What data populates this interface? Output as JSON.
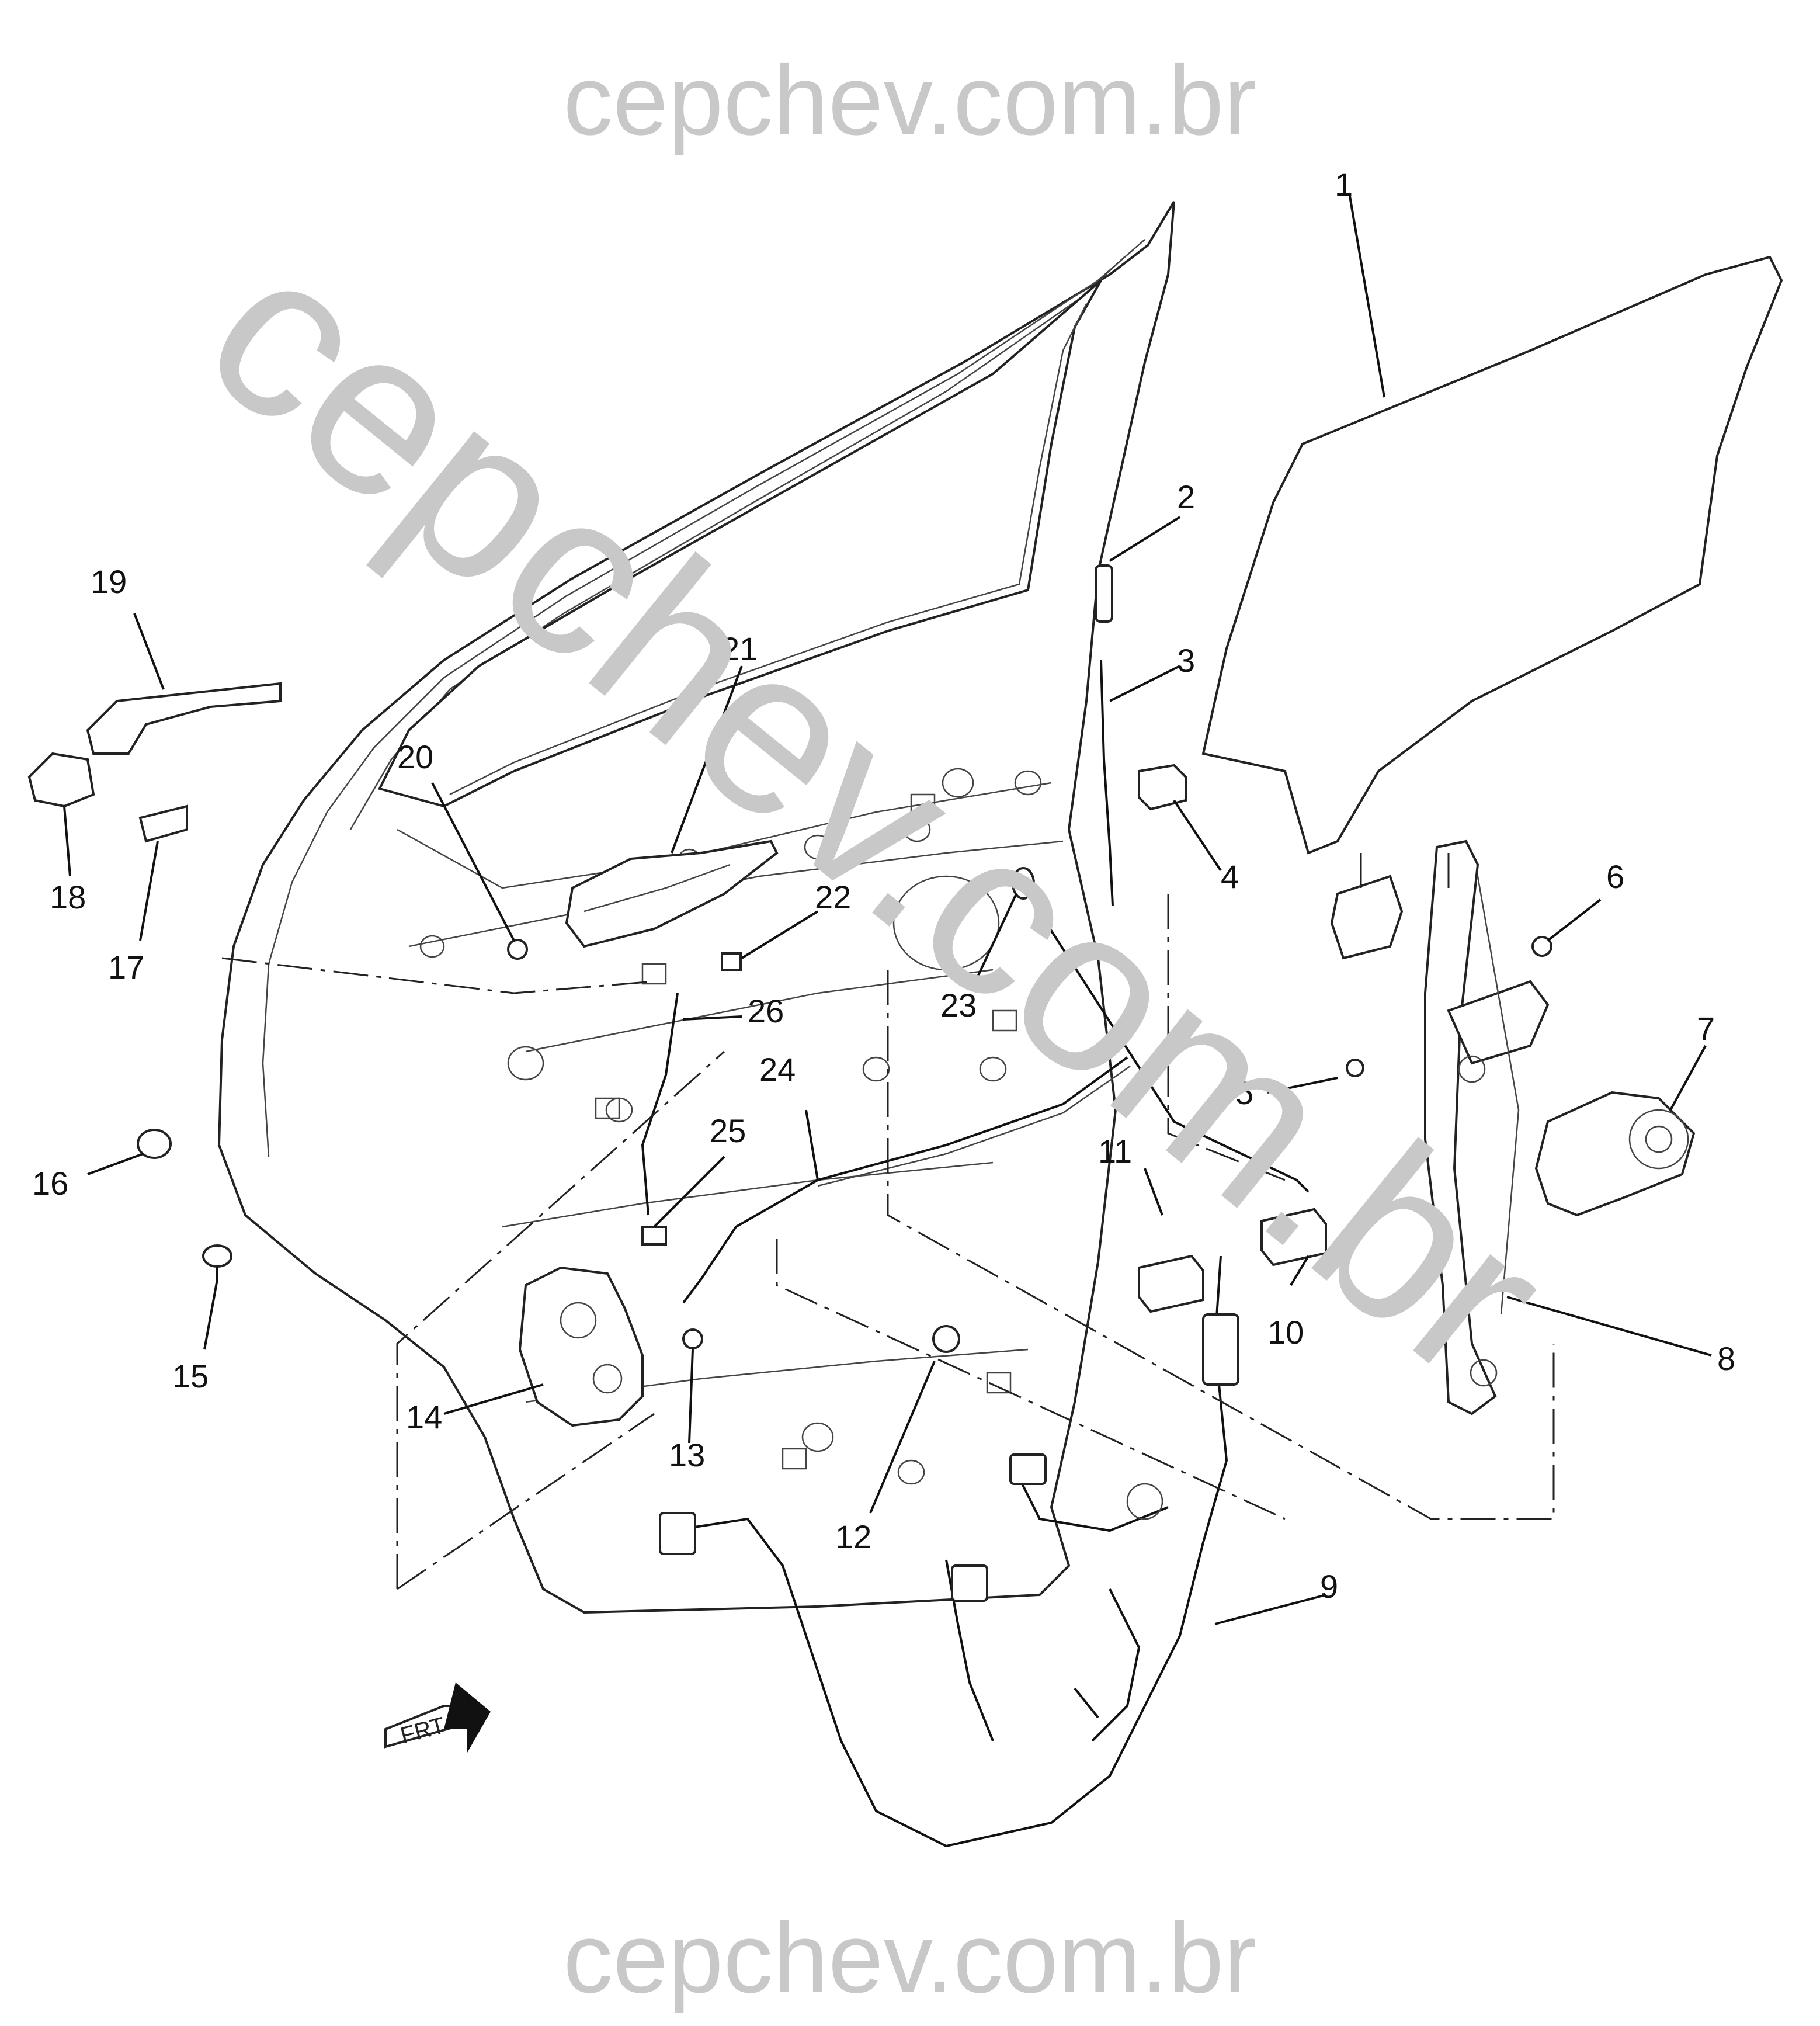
{
  "watermarks": {
    "top": "cepchev.com.br",
    "bottom": "cepchev.com.br",
    "diagonal": "cepchev.com.br"
  },
  "callouts": [
    "1",
    "2",
    "3",
    "4",
    "5",
    "6",
    "7",
    "8",
    "9",
    "10",
    "11",
    "12",
    "13",
    "14",
    "15",
    "16",
    "17",
    "18",
    "19",
    "20",
    "21",
    "22",
    "23",
    "24",
    "25",
    "26"
  ],
  "orientation_badge": "FRT",
  "colors": {
    "line": "#111111",
    "watermark": "#c8c8c8",
    "background": "#ffffff"
  },
  "icons": [
    "orientation-arrow-icon"
  ]
}
